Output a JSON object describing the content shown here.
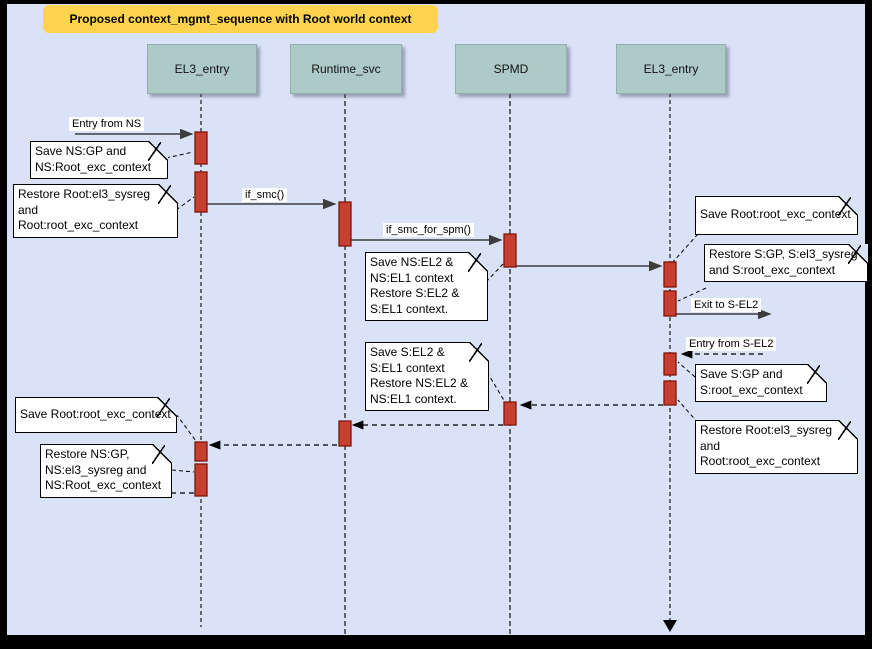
{
  "diagram": {
    "title": "Proposed context_mgmt_sequence with Root world context",
    "lifelines": [
      {
        "label": "EL3_entry"
      },
      {
        "label": "Runtime_svc"
      },
      {
        "label": "SPMD"
      },
      {
        "label": "EL3_entry"
      }
    ],
    "messages": {
      "entry_from_ns": "Entry from NS",
      "if_smc": "if_smc()",
      "if_smc_for_spm": "if_smc_for_spm()",
      "exit_to_s_el2": "Exit to S-EL2",
      "entry_from_s_el2": "Entry from S-EL2"
    },
    "notes": {
      "save_ns_gp": "Save NS:GP and\nNS:Root_exc_context",
      "restore_root_sysreg_left": "Restore Root:el3_sysreg\nand\nRoot:root_exc_context",
      "save_ns_el2": "Save NS:EL2 &\nNS:EL1 context\nRestore S:EL2 &\nS:EL1 context.",
      "save_root_ctx_right": "Save Root:root_exc_context",
      "restore_s_gp": "Restore S:GP, S:el3_sysreg\nand S:root_exc_context",
      "save_s_gp": "Save S:GP and\nS:root_exc_context",
      "restore_root_sysreg_right": "Restore Root:el3_sysreg\nand\nRoot:root_exc_context",
      "save_s_el2": "Save S:EL2 &\nS:EL1 context\nRestore NS:EL2 &\nNS:EL1 context.",
      "save_root_ctx_left": "Save Root:root_exc_context",
      "restore_ns_gp": "Restore NS:GP,\nNS:el3_sysreg and\nNS:Root_exc_context"
    },
    "colors": {
      "canvas_bg": "#dae2f7",
      "frame": "#000000",
      "title_bg": "#ffd34e",
      "actor_fill": "#aecac8",
      "activation_fill": "#c7402f",
      "activation_border": "#7e150b",
      "note_fill": "#ffffff"
    }
  }
}
